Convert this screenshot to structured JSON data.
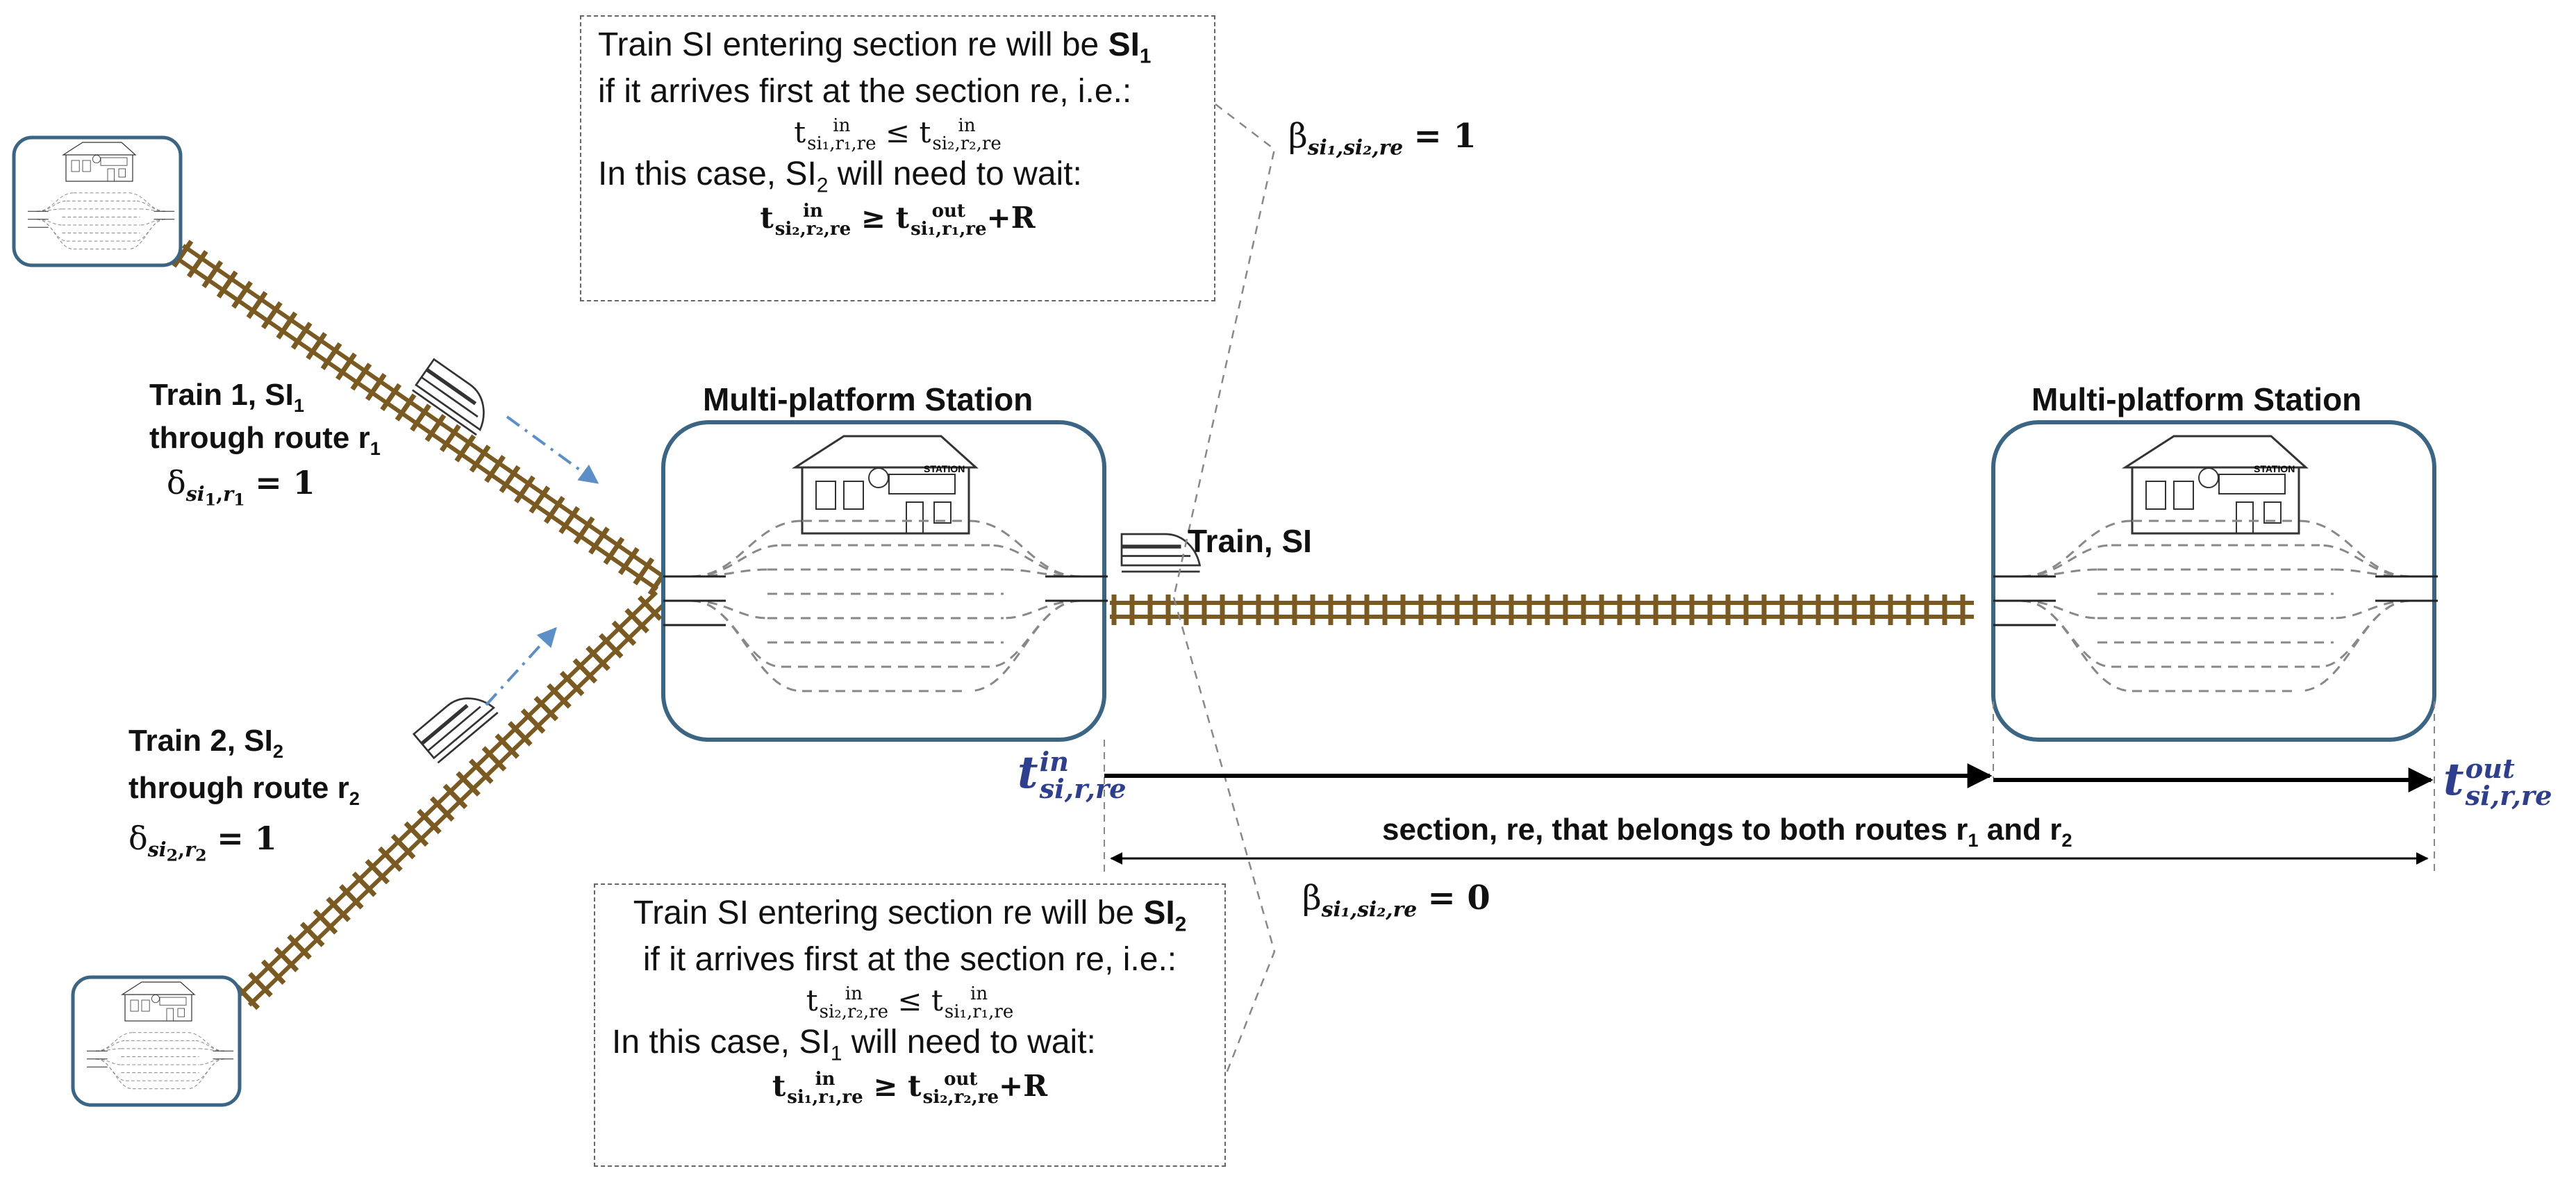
{
  "stations": {
    "left_title": "Multi-platform Station",
    "right_title": "Multi-platform Station",
    "sign_text": "STATION"
  },
  "train1": {
    "line1": "Train 1, SI",
    "line1_sub": "1",
    "line2": "through route r",
    "line2_sub": "1",
    "delta_symbol": "δ",
    "delta_sub_a": "si",
    "delta_sub_a_idx": "1",
    "delta_sub_b": "r",
    "delta_sub_b_idx": "1",
    "delta_value": "= 1"
  },
  "train2": {
    "line1": "Train 2, SI",
    "line1_sub": "2",
    "line2": "through route r",
    "line2_sub": "2",
    "delta_symbol": "δ",
    "delta_sub_a": "si",
    "delta_sub_a_idx": "2",
    "delta_sub_b": "r",
    "delta_sub_b_idx": "2",
    "delta_value": "= 1"
  },
  "train_si_label": "Train, SI",
  "time_in": {
    "t": "t",
    "sup": "in",
    "sub": "si,r,re"
  },
  "time_out": {
    "t": "t",
    "sup": "out",
    "sub": "si,r,re"
  },
  "section_label": {
    "text": "section, re, that belongs to both routes r",
    "sub1": "1",
    "and": " and r",
    "sub2": "2"
  },
  "beta_top": {
    "symbol": "β",
    "sub": "si₁,si₂,re",
    "value": "= 1"
  },
  "beta_bottom": {
    "symbol": "β",
    "sub": "si₁,si₂,re",
    "value": "= 0"
  },
  "note_top": {
    "line1_pre": "Train SI entering section re will be ",
    "line1_bold": "SI",
    "line1_bold_sub": "1",
    "line2": "if it arrives first at the section re, i.e.:",
    "eq1_left_sub": "si₁,r₁,re",
    "eq1_op": "≤",
    "eq1_right_sub": "si₂,r₂,re",
    "line4_pre": "In this case, SI",
    "line4_sub": "2",
    "line4_post": " will need to wait:",
    "eq2_left_sub": "si₂,r₂,re",
    "eq2_op": "≥",
    "eq2_right_sub": "si₁,r₁,re",
    "eq2_tail": "+R",
    "t": "t",
    "in": "in",
    "out": "out"
  },
  "note_bottom": {
    "line1_pre": "Train SI entering section re will be ",
    "line1_bold": "SI",
    "line1_bold_sub": "2",
    "line2": "if it arrives first at the section re, i.e.:",
    "eq1_left_sub": "si₂,r₂,re",
    "eq1_op": "≤",
    "eq1_right_sub": "si₁,r₁,re",
    "line4_pre": "In this case, SI",
    "line4_sub": "1",
    "line4_post": " will need to wait:",
    "eq2_left_sub": "si₁,r₁,re",
    "eq2_op": "≥",
    "eq2_right_sub": "si₂,r₂,re",
    "eq2_tail": "+R",
    "t": "t",
    "in": "in",
    "out": "out"
  },
  "colors": {
    "track": "#7a5a20",
    "station_border": "#3a6585",
    "arrow_blue": "#5b8fc8",
    "time_label": "#2f3f8f"
  }
}
